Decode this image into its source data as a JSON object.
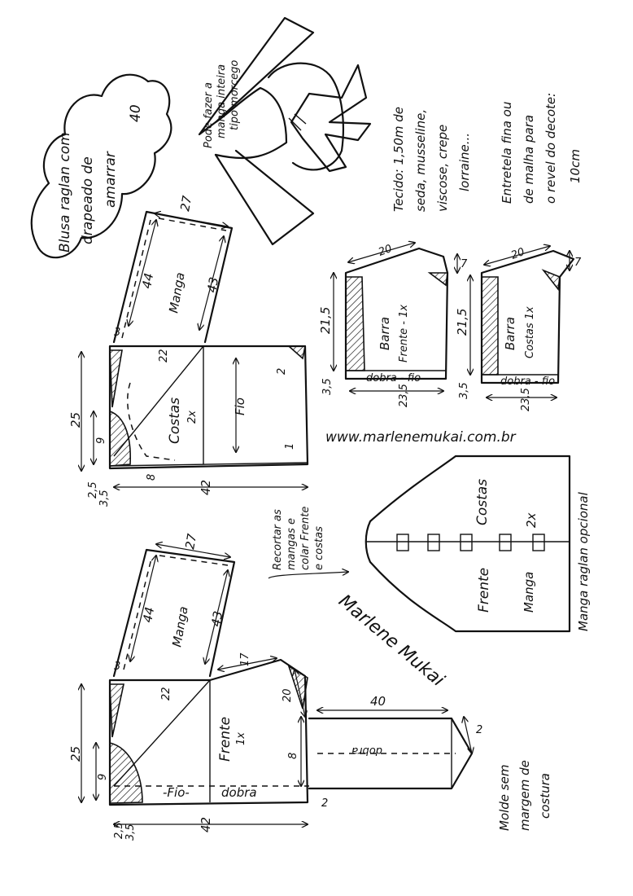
{
  "title": {
    "line1": "Blusa raglan com",
    "line2": "drapeado de",
    "line3": "amarrar",
    "size": "40"
  },
  "sketch_note": {
    "line1": "Pode fazer a",
    "line2": "manga inteira",
    "line3": "tipo morcego"
  },
  "fabric_note": {
    "line1": "Tecido: 1,50m de",
    "line2": "seda, musseline,",
    "line3": "viscose, crepe",
    "line4": "lorraine...",
    "line5": "Entretela fina ou",
    "line6": "de malha para",
    "line7": "o revel do decote:",
    "line8": "10cm"
  },
  "website": "www.marlenemukai.com.br",
  "back": {
    "sleeve_label": "Manga",
    "sleeve_top": "27",
    "sleeve_left": "44",
    "sleeve_right": "43",
    "sleeve_corner": "3",
    "body_label": "Costas",
    "body_count": "2x",
    "grain": "Fio",
    "raglan_22": "22",
    "side_2": "2",
    "side_1": "1",
    "height": "25",
    "neck_9": "9",
    "neck_8": "8",
    "width": "42",
    "bottom_25": "2,5",
    "bottom_35": "3,5"
  },
  "front": {
    "sleeve_label": "Manga",
    "sleeve_top": "27",
    "sleeve_left": "44",
    "sleeve_right": "43",
    "sleeve_corner": "3",
    "body_label": "Frente",
    "body_count": "1x",
    "raglan_22": "22",
    "dim_17": "17",
    "dim_20": "20",
    "dim_8": "8",
    "height": "25",
    "neck_9": "9",
    "grain": "-Fio-",
    "fold": "dobra",
    "width": "42",
    "bottom_2": "2",
    "bottom_25": "2,5",
    "bottom_35": "3,5"
  },
  "tie": {
    "length": "40",
    "end": "2",
    "fold": "dobra"
  },
  "hem_front": {
    "label": "Barra",
    "sub": "Frente - 1x",
    "top": "20",
    "right": "7",
    "height": "21,5",
    "foot": "3,5",
    "fold": "dobra - fio",
    "width": "23,5"
  },
  "hem_back": {
    "label": "Barra",
    "sub": "Costas 1x",
    "top": "20",
    "right": "7",
    "height": "21,5",
    "foot": "3,5",
    "fold": "dobra - fio",
    "width": "23,5"
  },
  "raglan_option": {
    "back": "Costas",
    "count": "2x",
    "front": "Frente",
    "sleeve": "Manga",
    "side": "Manga raglan opcional"
  },
  "cut_note": {
    "line1": "Recortar as",
    "line2": "mangas e",
    "line3": "colar Frente",
    "line4": "e costas"
  },
  "no_seam": {
    "line1": "Molde sem",
    "line2": "margem de",
    "line3": "costura"
  },
  "signature": "Marlene Mukai"
}
